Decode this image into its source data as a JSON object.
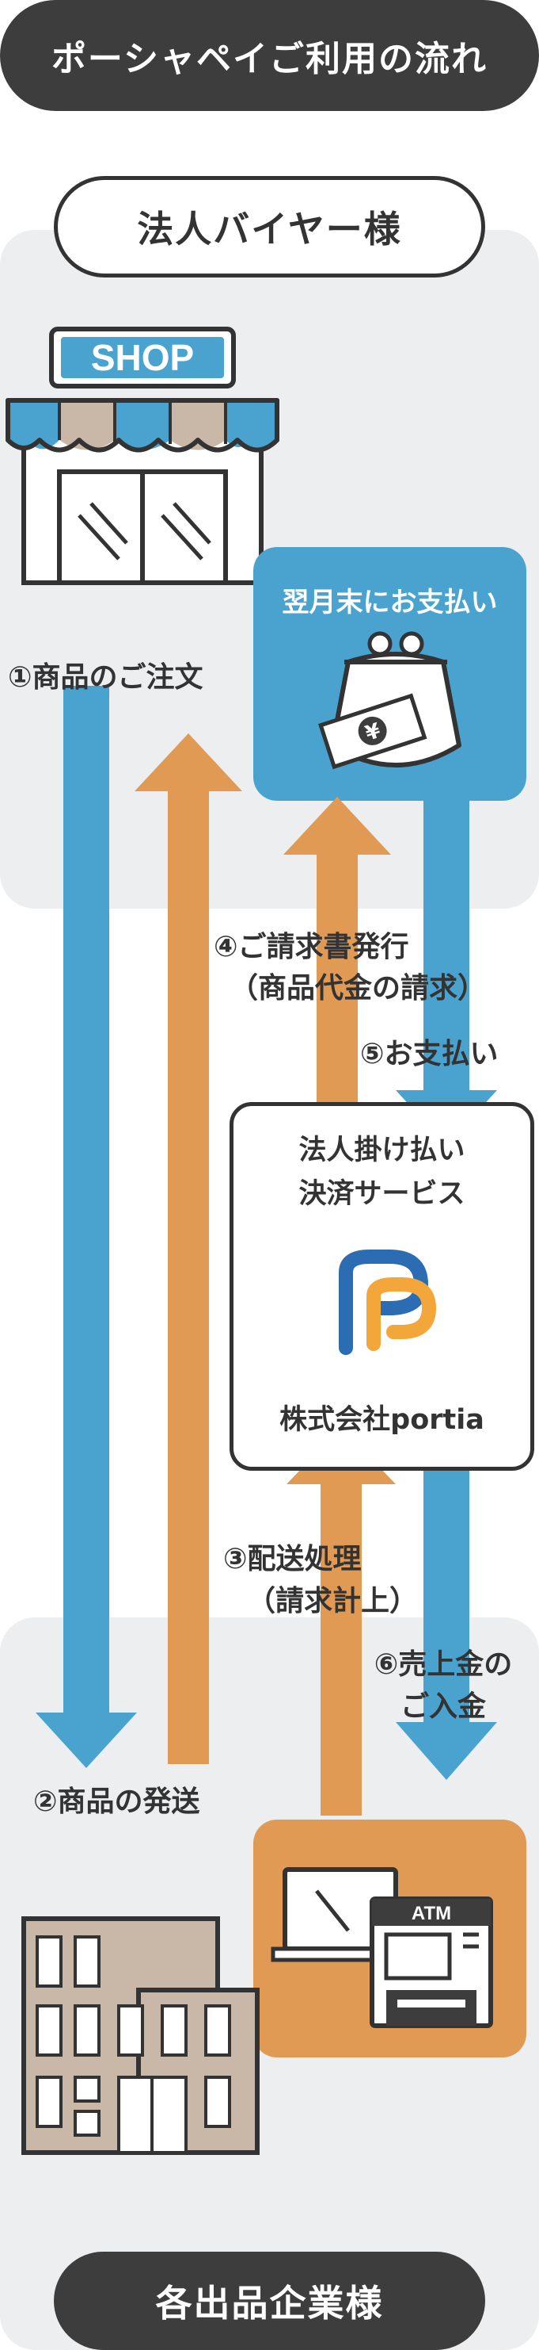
{
  "title": "ポーシャペイご利用の流れ",
  "buyer": {
    "label": "法人バイヤー様"
  },
  "seller": {
    "label": "各出品企業様"
  },
  "shop_sign": "SHOP",
  "payment_card": {
    "title": "翌月末にお支払い",
    "currency_symbol": "¥"
  },
  "service": {
    "line1": "法人掛け払い",
    "line2": "決済サービス",
    "company": "株式会社portia"
  },
  "atm_sign": "ATM",
  "steps": [
    {
      "id": "1",
      "line1": "①商品のご注文",
      "line2": ""
    },
    {
      "id": "2",
      "line1": "②商品の発送",
      "line2": ""
    },
    {
      "id": "3",
      "line1": "③配送処理",
      "line2": "（請求計上）"
    },
    {
      "id": "4",
      "line1": "④ご請求書発行",
      "line2": "（商品代金の請求）"
    },
    {
      "id": "5",
      "line1": "⑤お支払い",
      "line2": ""
    },
    {
      "id": "6",
      "line1": "⑥売上金の",
      "line2": "ご入金"
    }
  ],
  "colors": {
    "blue": "#4aa3cf",
    "orange": "#e09a54",
    "dark": "#3d3d3d",
    "zone": "#eceef0",
    "logo_blue": "#2b6cb3",
    "logo_orange": "#f3a73a"
  }
}
